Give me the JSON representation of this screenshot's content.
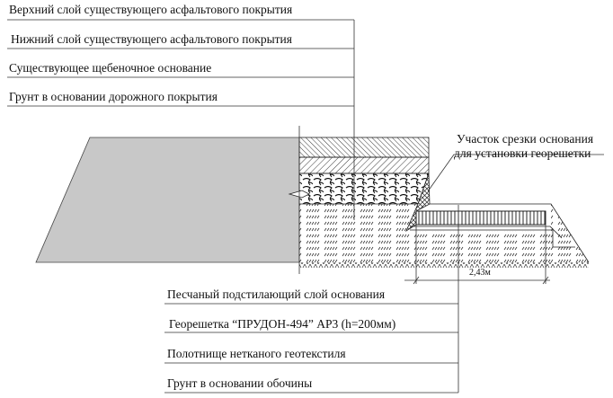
{
  "top_labels": [
    "Верхний слой существующего асфальтового покрытия",
    "Нижний слой существующего асфальтового покрытия",
    "Существующее щебеночное основание",
    "Грунт в основании дорожного покрытия"
  ],
  "cut_label": [
    "Участок срезки основания",
    "для установки георешетки"
  ],
  "bottom_labels": [
    "Песчаный подстилающий слой основания",
    "Георешетка “ПРУДОН-494” АР3 (h=200мм)",
    "Полотнище нетканого геотекстиля",
    "Грунт в основании обочины"
  ],
  "dimension": "2,43м",
  "colors": {
    "line": "#222222",
    "fill_gray": "#c8c8c8"
  }
}
